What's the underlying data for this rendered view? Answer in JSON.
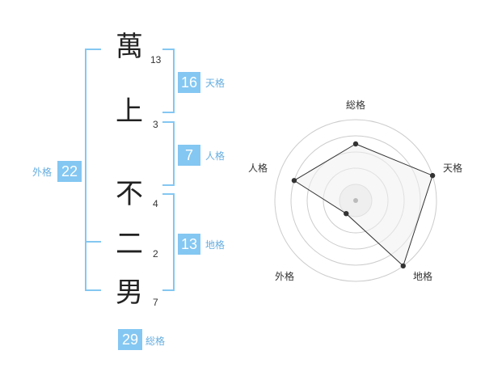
{
  "name": {
    "characters": [
      {
        "char": "萬",
        "strokes": "13"
      },
      {
        "char": "上",
        "strokes": "3"
      },
      {
        "char": "不",
        "strokes": "4"
      },
      {
        "char": "二",
        "strokes": "2"
      },
      {
        "char": "男",
        "strokes": "7"
      }
    ]
  },
  "fortunes": {
    "tenkaku": {
      "label": "天格",
      "value": "16"
    },
    "jinkaku": {
      "label": "人格",
      "value": "7"
    },
    "chikaku": {
      "label": "地格",
      "value": "13"
    },
    "gaikaku": {
      "label": "外格",
      "value": "22"
    },
    "soukaku": {
      "label": "総格",
      "value": "29"
    }
  },
  "chart_data": {
    "type": "radar",
    "axes": [
      "総格",
      "天格",
      "地格",
      "外格",
      "人格"
    ],
    "values": [
      0.7,
      1.0,
      1.0,
      0.2,
      0.8
    ],
    "range": [
      0,
      1
    ],
    "rings": 5,
    "colors": {
      "fill": "#f0f0f0",
      "line": "#333333",
      "grid": "#cccccc",
      "center": "#bbbbbb"
    }
  },
  "colors": {
    "accent": "#84c7f2",
    "label": "#66aee0"
  }
}
